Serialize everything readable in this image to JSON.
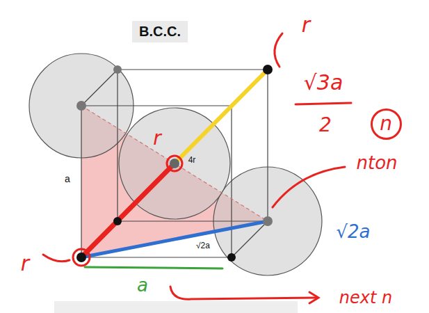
{
  "diagram": {
    "title": "B.C.C.",
    "nodes": [
      {
        "text": [
          "n"
        ]
      }
    ],
    "labels": [
      "a",
      "4r",
      "√2a",
      "r",
      "√3a",
      "2",
      "nton",
      "r",
      "r",
      "√2a",
      "a",
      "next n"
    ]
  }
}
